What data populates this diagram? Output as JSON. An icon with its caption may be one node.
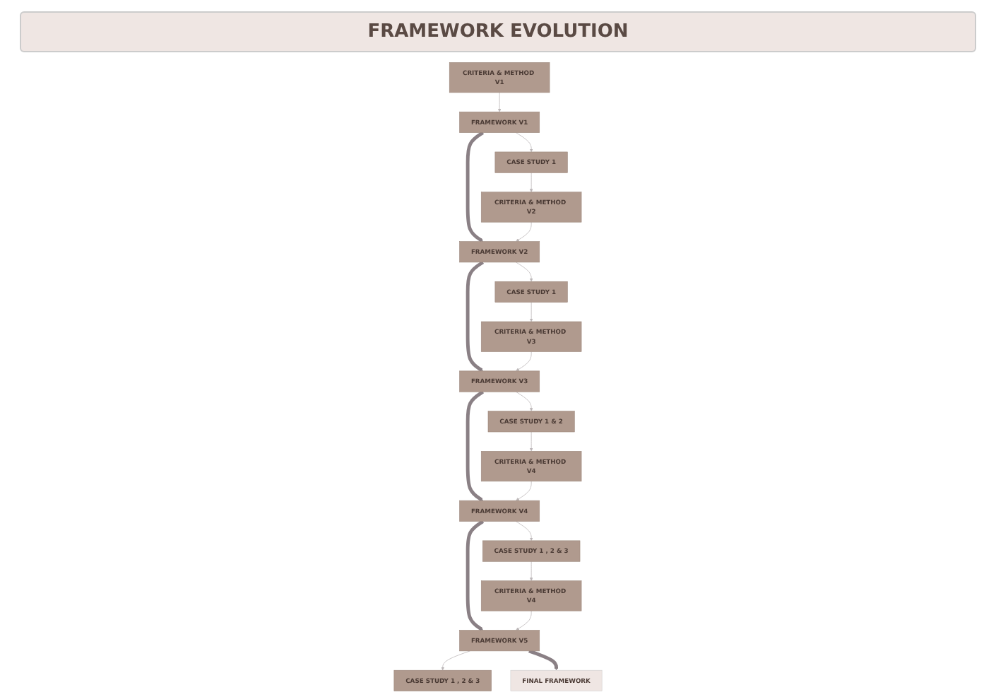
{
  "diagram": {
    "title": "FRAMEWORK EVOLUTION",
    "nodes": [
      {
        "text": [
          "CRITERIA & METHOD V1"
        ]
      },
      {
        "text": [
          "FRAMEWORK V1"
        ]
      },
      {
        "text": [
          "CASE STUDY 1"
        ]
      },
      {
        "text": [
          "CRITERIA & METHOD V2"
        ]
      },
      {
        "text": [
          "FRAMEWORK V2"
        ]
      },
      {
        "text": [
          "CASE STUDY 1"
        ]
      },
      {
        "text": [
          "CRITERIA & METHOD V3"
        ]
      },
      {
        "text": [
          "FRAMEWORK V3"
        ]
      },
      {
        "text": [
          "CASE STUDY 1 & 2"
        ]
      },
      {
        "text": [
          "CRITERIA & METHOD V4"
        ]
      },
      {
        "text": [
          "FRAMEWORK V4"
        ]
      },
      {
        "text": [
          "CASE STUDY 1 , 2 & 3"
        ]
      },
      {
        "text": [
          "CRITERIA & METHOD V4"
        ]
      },
      {
        "text": [
          "FRAMEWORK V5"
        ]
      },
      {
        "text": [
          "CASE STUDY 1 , 2 & 3"
        ]
      },
      {
        "text": [
          "FINAL FRAMEWORK"
        ]
      }
    ],
    "edges": [
      {
        "from": 0,
        "to": 1,
        "arrow": "to"
      },
      {
        "from": 1,
        "to": 2,
        "arrow": "to"
      },
      {
        "from": 1,
        "to": 4,
        "arrow": "to",
        "style": "thick",
        "color": "#8a8085"
      },
      {
        "from": 2,
        "to": 3,
        "arrow": "to"
      },
      {
        "from": 3,
        "to": 4,
        "arrow": "to"
      },
      {
        "from": 4,
        "to": 5,
        "arrow": "to"
      },
      {
        "from": 4,
        "to": 7,
        "arrow": "to",
        "style": "thick",
        "color": "#8a8085"
      },
      {
        "from": 5,
        "to": 6,
        "arrow": "to"
      },
      {
        "from": 6,
        "to": 7,
        "arrow": "to"
      },
      {
        "from": 7,
        "to": 8,
        "arrow": "to"
      },
      {
        "from": 7,
        "to": 10,
        "arrow": "to",
        "style": "thick",
        "color": "#8a8085"
      },
      {
        "from": 8,
        "to": 9,
        "arrow": "to"
      },
      {
        "from": 9,
        "to": 10,
        "arrow": "to"
      },
      {
        "from": 10,
        "to": 11,
        "arrow": "to"
      },
      {
        "from": 10,
        "to": 13,
        "arrow": "to",
        "style": "thick",
        "color": "#8a8085"
      },
      {
        "from": 11,
        "to": 12,
        "arrow": "to"
      },
      {
        "from": 12,
        "to": 13,
        "arrow": "to"
      },
      {
        "from": 13,
        "to": 14,
        "arrow": "to"
      },
      {
        "from": 13,
        "to": 15,
        "arrow": "to",
        "style": "thick",
        "color": "#8a8085"
      }
    ]
  }
}
